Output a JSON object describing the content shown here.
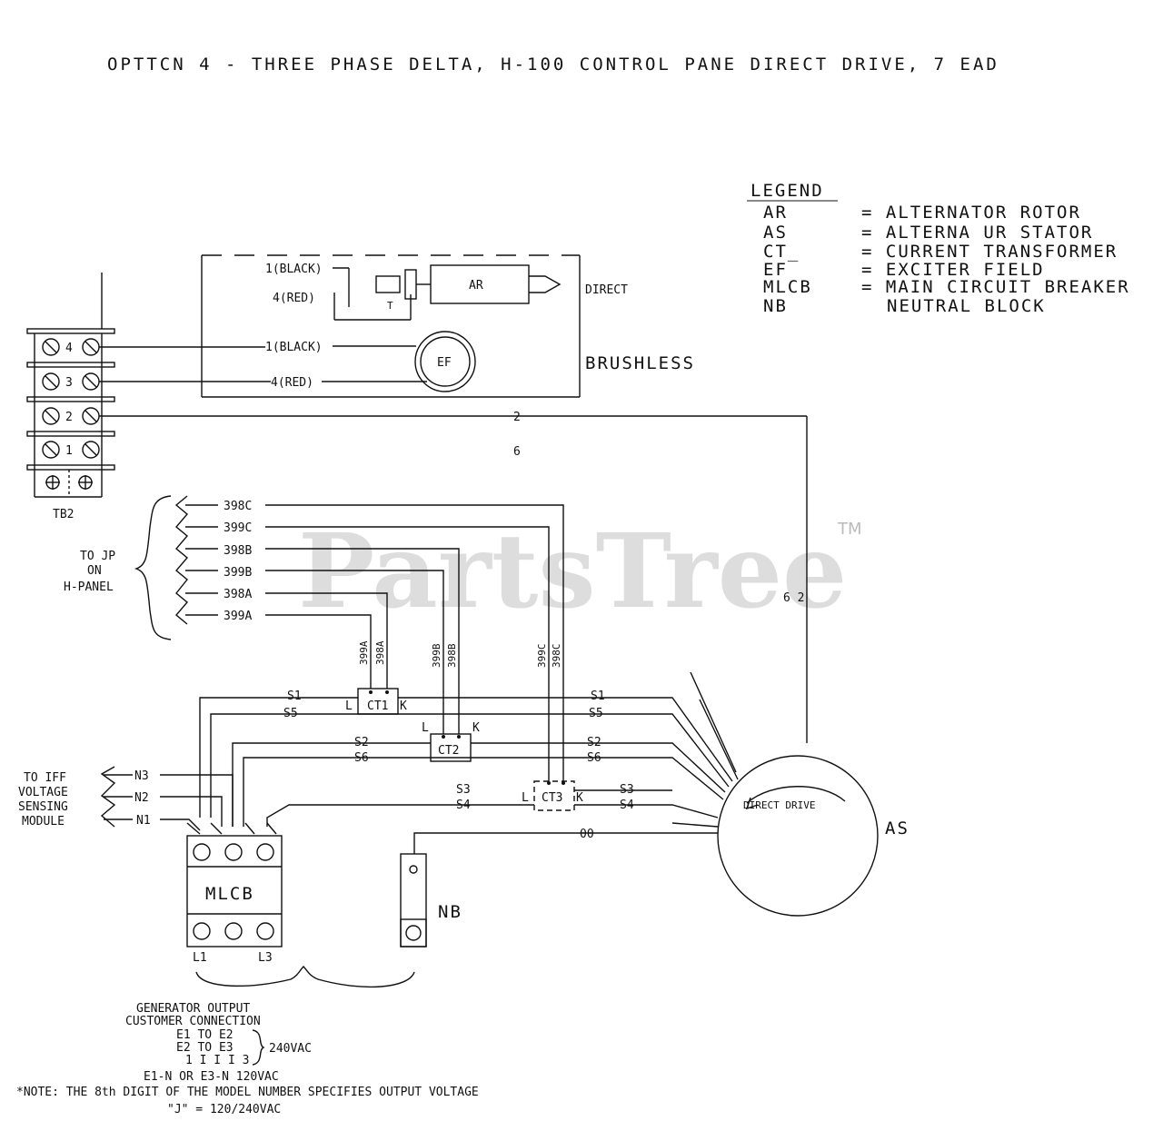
{
  "title": "OPTTCN 4 - THREE PHASE DELTA, H-100 CONTROL PANE  DIRECT DRIVE, 7  EAD",
  "watermark": {
    "text": "PartsTree",
    "trademark": "TM"
  },
  "legend": {
    "heading": "LEGEND",
    "entries": [
      {
        "code": "AR",
        "desc": "= ALTERNATOR ROTOR"
      },
      {
        "code": "AS",
        "desc": "= ALTERNA UR STATOR"
      },
      {
        "code": "CT_",
        "desc": "= CURRENT TRANSFORMER"
      },
      {
        "code": "EF",
        "desc": "= EXCITER FIELD"
      },
      {
        "code": "MLCB",
        "desc": "= MAIN CIRCUIT  BREAKER"
      },
      {
        "code": "NB",
        "desc": "NEUTRAL BLOCK"
      }
    ]
  },
  "exciter": {
    "wire_top_black": "1(BLACK)",
    "wire_top_red": "4(RED)",
    "rotor_label": "AR",
    "direct_label": "DIRECT",
    "wire_black": "1(BLACK)",
    "wire_red": "4(RED)",
    "ef_label": "EF",
    "brushless_label": "BRUSHLESS",
    "t_label": "T"
  },
  "tb2": {
    "label": "TB2",
    "terminals": [
      "4",
      "3",
      "2",
      "1"
    ]
  },
  "wire_labels": {
    "w2": "2",
    "w6": "6",
    "w62": "6 2",
    "w00": "00"
  },
  "hpanel": {
    "label_lines": [
      "TO JP",
      "ON",
      "H-PANEL"
    ],
    "wires": [
      "398C",
      "399C",
      "398B",
      "399B",
      "398A",
      "399A"
    ]
  },
  "ct_vertical": [
    "399A",
    "398A",
    "399B",
    "398B",
    "399C",
    "398C"
  ],
  "ct": [
    {
      "name": "CT1",
      "l": "L",
      "k": "K"
    },
    {
      "name": "CT2",
      "l": "L",
      "k": "K"
    },
    {
      "name": "CT3",
      "l": "L",
      "k": "K"
    }
  ],
  "stator_wires": {
    "left": [
      "S1",
      "S5",
      "S2",
      "S6",
      "S3",
      "S4"
    ],
    "right": [
      "S1",
      "S5",
      "S2",
      "S6",
      "S3",
      "S4"
    ]
  },
  "sensing": {
    "label_lines": [
      "TO IFF",
      "VOLTAGE",
      "SENSING",
      "MODULE"
    ],
    "wires": [
      "N3",
      "N2",
      "N1"
    ]
  },
  "mlcb": {
    "label": "MLCB",
    "bottom_left": "L1",
    "bottom_right": "L3"
  },
  "nb": {
    "label": "NB"
  },
  "stator": {
    "label": "AS",
    "inner": "DIRECT DRIVE"
  },
  "notes": {
    "lines": [
      "GENERATOR OUTPUT",
      "CUSTOMER CONNECTION",
      "E1 TO E2",
      "E2 TO E3",
      "1 I I I 3",
      "E1-N OR E3-N   120VAC"
    ],
    "voltage_240": "240VAC",
    "note": "*NOTE: THE 8th DIGIT OF THE MODEL NUMBER SPECIFIES OUTPUT VOLTAGE",
    "note2": "\"J\" = 120/240VAC"
  }
}
